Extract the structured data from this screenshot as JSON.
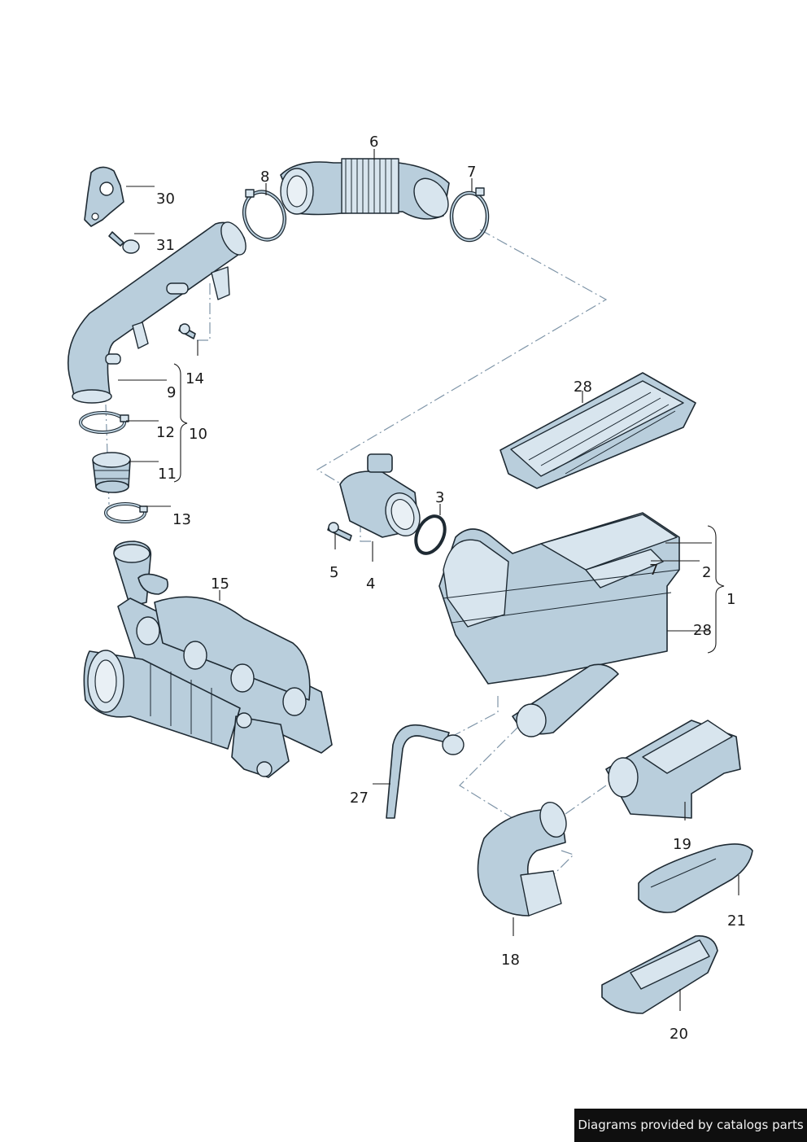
{
  "diagram": {
    "labels": {
      "l1": "1",
      "l2": "2",
      "l3": "3",
      "l4": "4",
      "l5": "5",
      "l6": "6",
      "l7a": "7",
      "l7b": "7",
      "l8": "8",
      "l9": "9",
      "l10": "10",
      "l11": "11",
      "l12": "12",
      "l13": "13",
      "l14": "14",
      "l15": "15",
      "l18": "18",
      "l19": "19",
      "l20": "20",
      "l21": "21",
      "l27": "27",
      "l28a": "28",
      "l28b": "28",
      "l30": "30",
      "l31": "31"
    }
  },
  "footer": {
    "text": "Diagrams provided by catalogs parts"
  },
  "colors": {
    "part_fill": "#b9cedc",
    "outline": "#1e2a33",
    "guide": "#7f95a8",
    "footer_bg": "#0f0f0f"
  }
}
